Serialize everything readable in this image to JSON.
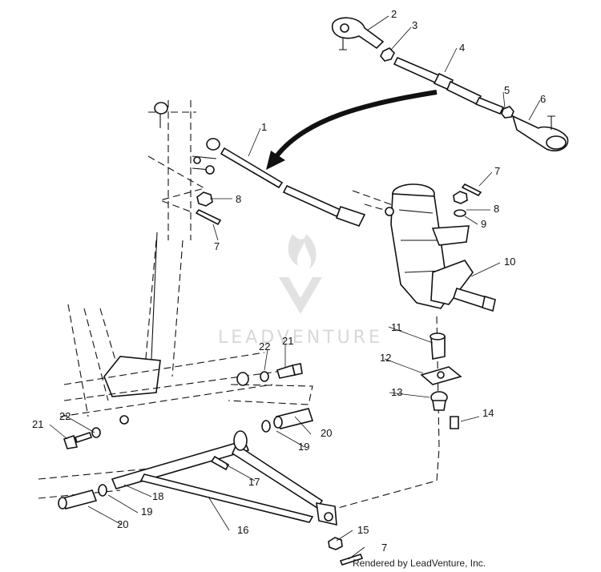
{
  "diagram": {
    "callouts": [
      "1",
      "2",
      "3",
      "4",
      "5",
      "6",
      "7",
      "7",
      "7",
      "8",
      "8",
      "9",
      "10",
      "11",
      "12",
      "13",
      "14",
      "15",
      "16",
      "17",
      "18",
      "19",
      "19",
      "20",
      "20",
      "21",
      "21",
      "22",
      "22"
    ],
    "watermark": "LEADVENTURE",
    "credit": "Rendered by LeadVenture, Inc."
  },
  "colors": {
    "ink": "#111111",
    "paper": "#ffffff",
    "watermark": "#d8d8d8"
  }
}
